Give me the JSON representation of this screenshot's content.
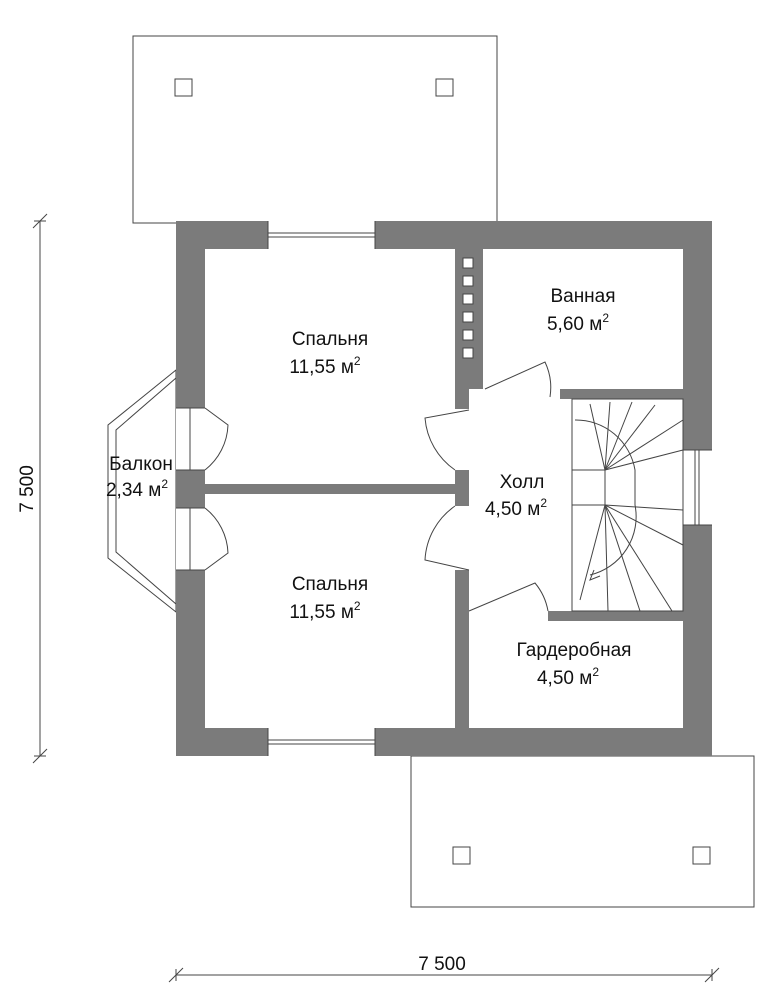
{
  "rooms": {
    "bedroom_top": {
      "name": "Спальня",
      "area": "11,55 м",
      "area_sup": "2"
    },
    "bathroom": {
      "name": "Ванная",
      "area": "5,60 м",
      "area_sup": "2"
    },
    "balcony": {
      "name": "Балкон",
      "area": "2,34 м",
      "area_sup": "2"
    },
    "hall": {
      "name": "Холл",
      "area": "4,50 м",
      "area_sup": "2"
    },
    "bedroom_bottom": {
      "name": "Спальня",
      "area": "11,55 м",
      "area_sup": "2"
    },
    "wardrobe": {
      "name": "Гардеробная",
      "area": "4,50 м",
      "area_sup": "2"
    }
  },
  "dimensions": {
    "width": "7 500",
    "height": "7 500"
  },
  "colors": {
    "wall": "#7b7b7b",
    "line": "#444444",
    "background": "#ffffff"
  }
}
